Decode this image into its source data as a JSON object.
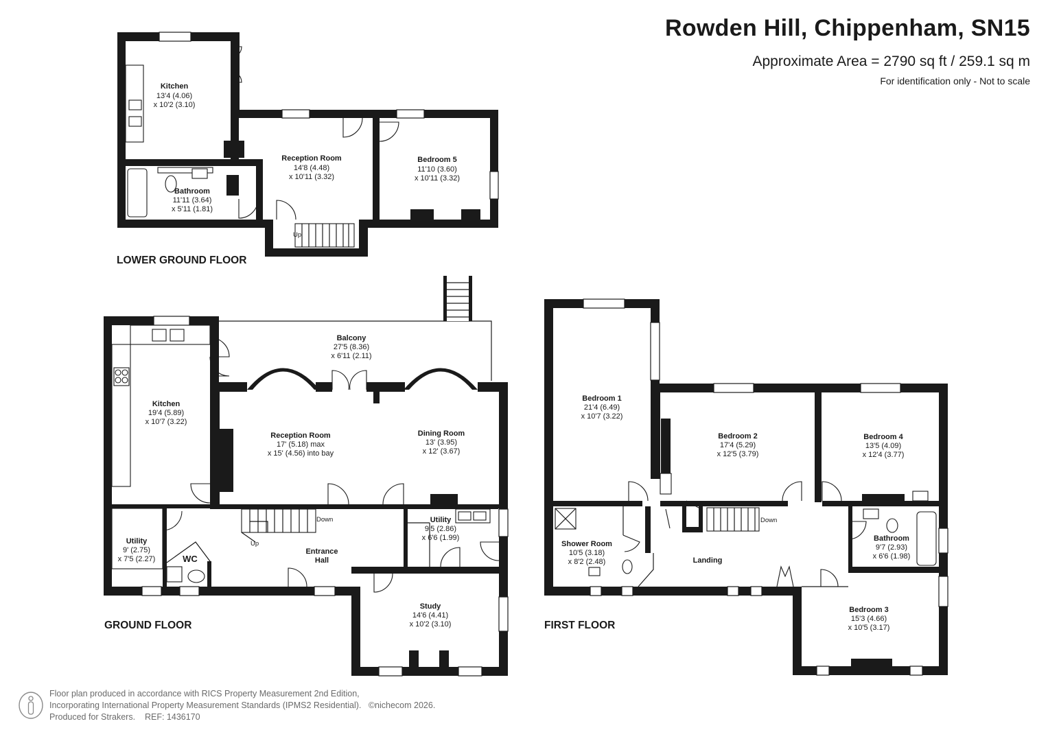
{
  "header": {
    "title": "Rowden Hill, Chippenham, SN15",
    "area": "Approximate Area = 2790 sq ft / 259.1 sq m",
    "note": "For identification only - Not to scale"
  },
  "floors": {
    "lower_ground": {
      "label": "LOWER GROUND FLOOR",
      "kitchen": {
        "name": "Kitchen",
        "dim1": "13'4 (4.06)",
        "dim2": "x 10'2 (3.10)"
      },
      "reception": {
        "name": "Reception Room",
        "dim1": "14'8 (4.48)",
        "dim2": "x 10'11 (3.32)"
      },
      "bedroom5": {
        "name": "Bedroom 5",
        "dim1": "11'10 (3.60)",
        "dim2": "x 10'11 (3.32)"
      },
      "bathroom": {
        "name": "Bathroom",
        "dim1": "11'11 (3.64)",
        "dim2": "x 5'11 (1.81)"
      },
      "stair_label": "Up"
    },
    "ground": {
      "label": "GROUND FLOOR",
      "balcony": {
        "name": "Balcony",
        "dim1": "27'5 (8.36)",
        "dim2": "x 6'11 (2.11)"
      },
      "kitchen": {
        "name": "Kitchen",
        "dim1": "19'4 (5.89)",
        "dim2": "x 10'7 (3.22)"
      },
      "reception": {
        "name": "Reception Room",
        "dim1": "17' (5.18) max",
        "dim2": "x 15' (4.56) into bay"
      },
      "dining": {
        "name": "Dining Room",
        "dim1": "13' (3.95)",
        "dim2": "x 12' (3.67)"
      },
      "utility_left": {
        "name": "Utility",
        "dim1": "9' (2.75)",
        "dim2": "x 7'5 (2.27)"
      },
      "wc": {
        "name": "WC"
      },
      "hall": {
        "name1": "Entrance",
        "name2": "Hall"
      },
      "utility_right": {
        "name": "Utility",
        "dim1": "9'5 (2.86)",
        "dim2": "x 6'6 (1.99)"
      },
      "study": {
        "name": "Study",
        "dim1": "14'6 (4.41)",
        "dim2": "x 10'2 (3.10)"
      },
      "stair_up": "Up",
      "stair_down": "Down"
    },
    "first": {
      "label": "FIRST FLOOR",
      "bedroom1": {
        "name": "Bedroom 1",
        "dim1": "21'4 (6.49)",
        "dim2": "x 10'7 (3.22)"
      },
      "bedroom2": {
        "name": "Bedroom 2",
        "dim1": "17'4 (5.29)",
        "dim2": "x 12'5 (3.79)"
      },
      "bedroom4": {
        "name": "Bedroom 4",
        "dim1": "13'5 (4.09)",
        "dim2": "x 12'4 (3.77)"
      },
      "shower": {
        "name": "Shower Room",
        "dim1": "10'5 (3.18)",
        "dim2": "x 8'2 (2.48)"
      },
      "landing": {
        "name": "Landing"
      },
      "bathroom": {
        "name": "Bathroom",
        "dim1": "9'7 (2.93)",
        "dim2": "x 6'6 (1.98)"
      },
      "bedroom3": {
        "name": "Bedroom 3",
        "dim1": "15'3 (4.66)",
        "dim2": "x 10'5 (3.17)"
      },
      "stair_down": "Down"
    }
  },
  "footer": {
    "line1": "Floor plan produced in accordance with RICS Property Measurement 2nd Edition,",
    "line2": "Incorporating International Property Measurement Standards (IPMS2 Residential).",
    "copyright": "©nichecom 2026.",
    "line3": "Produced for Strakers.",
    "ref": "REF: 1436170"
  }
}
